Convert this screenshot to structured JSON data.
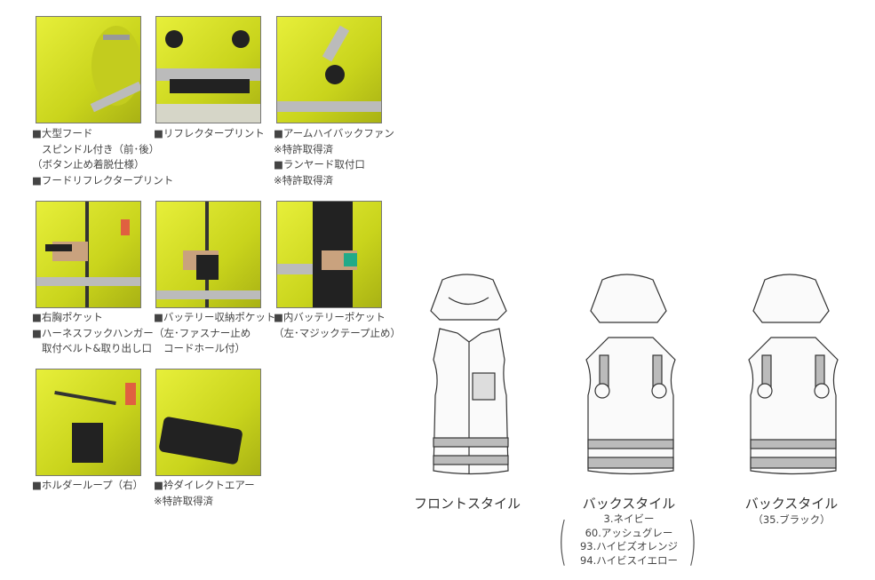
{
  "photos": [
    {
      "captions": [
        "■大型フード",
        "スピンドル付き（前･後）",
        "（ボタン止め着脱仕様）",
        "■フードリフレクタープリント"
      ]
    },
    {
      "captions": [
        "■リフレクタープリント"
      ]
    },
    {
      "captions": [
        "■アームハイバックファン",
        "※特許取得済",
        "■ランヤード取付口",
        "※特許取得済"
      ]
    },
    {
      "captions": [
        "■右胸ポケット",
        "■ハーネスフックハンガー",
        "取付ベルト&取り出し口"
      ]
    },
    {
      "captions": [
        "■バッテリー収納ポケット",
        "（左･ファスナー止め",
        "コードホール付）"
      ]
    },
    {
      "captions": [
        "■内バッテリーポケット",
        "（左･マジックテープ止め）"
      ]
    },
    {
      "captions": [
        "■ホルダーループ（右）"
      ]
    },
    {
      "captions": [
        "■衿ダイレクトエアー",
        "※特許取得済"
      ]
    }
  ],
  "drawings": {
    "front": {
      "label": "フロントスタイル"
    },
    "back": {
      "label": "バックスタイル",
      "colors": [
        "3.ネイビー",
        "60.アッシュグレー",
        "93.ハイビズオレンジ",
        "94.ハイビスイエロー"
      ]
    },
    "back_black": {
      "label": "バックスタイル",
      "colors": [
        "（35.ブラック）"
      ]
    }
  },
  "colors": {
    "hivis": "#dbe52a",
    "reflector": "#b8b8b8"
  }
}
